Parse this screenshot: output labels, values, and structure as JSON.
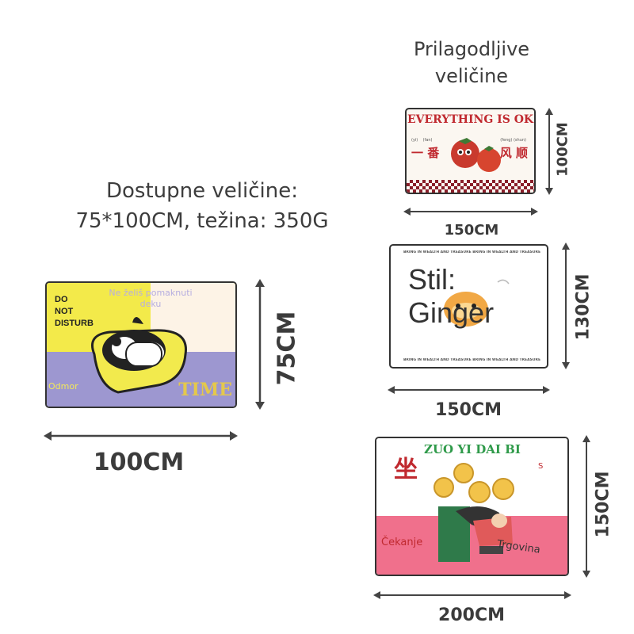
{
  "header_custom": {
    "line1": "Prilagodljive",
    "line2": "veličine"
  },
  "header_available": {
    "line1": "Dostupne veličine:",
    "line2": "75*100CM, težina: 350G"
  },
  "mat_main": {
    "title_lines": [
      "DO",
      "NOT",
      "DISTURB"
    ],
    "time_label": "TIME",
    "overlay_tip": "Ne želiš pomaknuti deku",
    "overlay_name": "Odmor",
    "width_label": "100CM",
    "height_label": "75CM"
  },
  "mat_ok": {
    "banner": "EVERYTHING IS OK",
    "pinyin_left": [
      "(yi)",
      "(fan)"
    ],
    "pinyin_right": [
      "(feng)",
      "(shun)"
    ],
    "chars_left": "一 番",
    "chars_right": "风 顺",
    "width_label": "150CM",
    "height_label": "100CM"
  },
  "mat_ginger": {
    "border_text": "BRING IN WEALTH AND TREASURE  BRING IN WEALTH AND TREASURE",
    "style_label": "Stil:",
    "style_value": "Ginger",
    "width_label": "150CM",
    "height_label": "130CM"
  },
  "mat_zuo": {
    "banner": "ZUO YI DAI BI",
    "char": "坐",
    "small_letter": "S",
    "overlay_wait": "Čekanje",
    "overlay_shop": "Trgovina",
    "width_label": "200CM",
    "height_label": "150CM"
  },
  "colors": {
    "yellow": "#f3ea4a",
    "purple": "#9d97d0",
    "red": "#c0292f",
    "pink": "#f0708c",
    "green": "#2f9a4a",
    "text_dark": "#3d3d3d"
  }
}
